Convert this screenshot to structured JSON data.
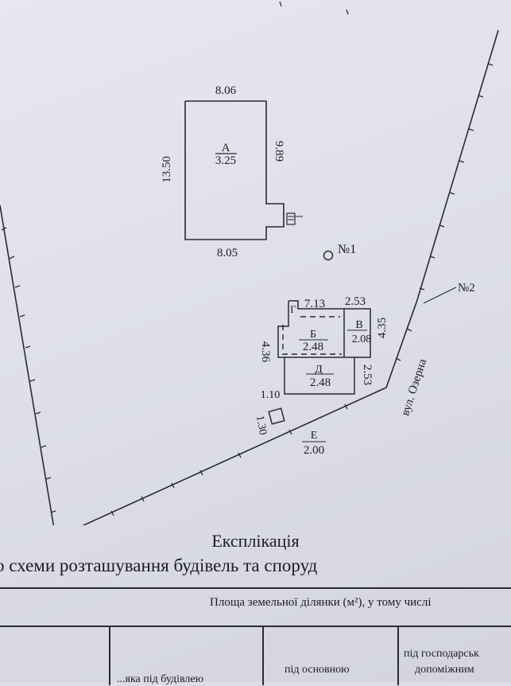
{
  "plan": {
    "building_a": {
      "letter": "А",
      "value": "3.25",
      "top": "8.06",
      "bottom": "8.05",
      "left": "13.50",
      "right": "9.89"
    },
    "well_label": "№1",
    "point_label": "№2",
    "building_b": {
      "letter": "Б",
      "value": "2.48"
    },
    "building_v": {
      "letter": "В",
      "value": "2.08"
    },
    "building_g": {
      "letter": "Г"
    },
    "building_d": {
      "letter": "Д",
      "value": "2.48"
    },
    "building_e": {
      "letter": "Е",
      "value": "2.00"
    },
    "dims": {
      "d713": "7.13",
      "d253a": "2.53",
      "d435": "4.35",
      "d436": "4.36",
      "d253b": "2.53",
      "d110": "1.10",
      "d130": "1.30"
    },
    "street": "вул. Озерна"
  },
  "explication": {
    "title": "Експлікація",
    "subtitle": "о схеми розташування будівель та споруд"
  },
  "table": {
    "header_area": "Площа земельної ділянки (м²), у тому числі",
    "col_main": "під основною",
    "col_aux_1": "під господарськ",
    "col_aux_2": "допоміжним",
    "col_partial": "...яка під будівлею"
  }
}
